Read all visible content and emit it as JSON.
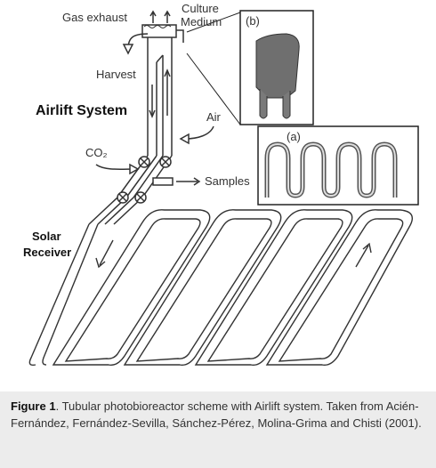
{
  "labels": {
    "gas_exhaust": "Gas exhaust",
    "culture_line1": "Culture",
    "culture_line2": "Medium",
    "harvest": "Harvest",
    "airlift_system": "Airlift System",
    "air": "Air",
    "co2": "CO₂",
    "samples": "Samples",
    "solar_line1": "Solar",
    "solar_line2": "Receiver",
    "inset_b": "(b)",
    "inset_a": "(a)"
  },
  "caption": {
    "figure_label": "Figure 1",
    "text": ". Tubular photobioreactor scheme with Airlift system. Taken from Acién-Fernández, Fernández-Sevilla, Sánchez-Pérez, Molina-Grima and Chisti (2001)."
  },
  "colors": {
    "caption_bg": "#ececec",
    "line": "#333333",
    "tube_gray": "#6f6f6f"
  }
}
